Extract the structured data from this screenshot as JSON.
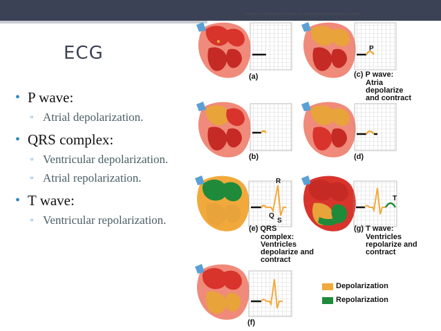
{
  "slide": {
    "title": "ECG",
    "bullets": [
      {
        "label": "P wave:",
        "subs": [
          "Atrial depolarization."
        ]
      },
      {
        "label": "QRS complex:",
        "subs": [
          "Ventricular depolarization.",
          "Atrial repolarization."
        ]
      },
      {
        "label": "T wave:",
        "subs": [
          "Ventricular repolarization."
        ]
      }
    ]
  },
  "figure": {
    "copyright": "Copyright © The McGraw-Hill Companies, Inc. Permission required for reproduction or display.",
    "panels": {
      "a": "(a)",
      "b": "(b)",
      "c": "(c) P wave:",
      "c_desc": "Atria depolarize and contract",
      "d": "(d)",
      "e": "(e) QRS",
      "e_desc": "complex: Ventricles depolarize and contract",
      "f": "(f)",
      "g": "(g) T wave:",
      "g_desc": "Ventricles repolarize and contract"
    },
    "wave_labels": {
      "p": "P",
      "r": "R",
      "q": "Q",
      "s": "S",
      "t": "T"
    },
    "legend": [
      {
        "label": "Depolarization",
        "color": "#f2a93b"
      },
      {
        "label": "Repolarization",
        "color": "#1f8a3a"
      }
    ],
    "colors": {
      "heart_red": "#d8342c",
      "heart_pink": "#f08a7a",
      "atria_blue": "#5aa0d6",
      "depol": "#f2a93b",
      "repol": "#1f8a3a"
    }
  }
}
